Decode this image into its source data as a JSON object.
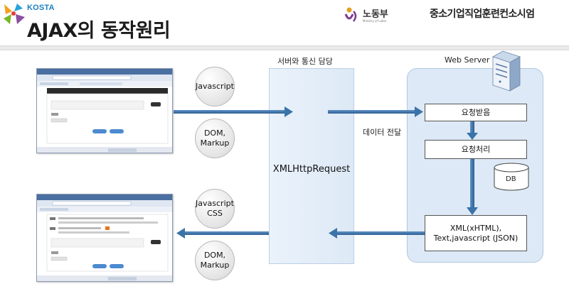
{
  "header": {
    "brand": "KOSTA",
    "title": "AJAX의 동작원리",
    "ministry": "노동부",
    "ministry_sub": "Ministry of Labor",
    "agency": "중소기업직업훈련컨소시엄"
  },
  "diagram": {
    "client_panel_title": "서버와 통신 담당",
    "server_panel_title": "Web Server",
    "xhr": "XMLHttpRequest",
    "data_transfer": "데이터 전달",
    "bubbles_top": [
      "Javascript",
      "DOM,|Markup"
    ],
    "bubbles_bottom": [
      "Javascript|CSS",
      "DOM,|Markup"
    ],
    "server_boxes": {
      "receive": "요청받음",
      "process": "요청처리",
      "db": "DB",
      "response": "XML(xHTML), Text,|javascript (JSON)"
    }
  },
  "colors": {
    "arrow": "#3a73a8",
    "panel": "#dde9f6",
    "brand": "#1a7fc0"
  }
}
